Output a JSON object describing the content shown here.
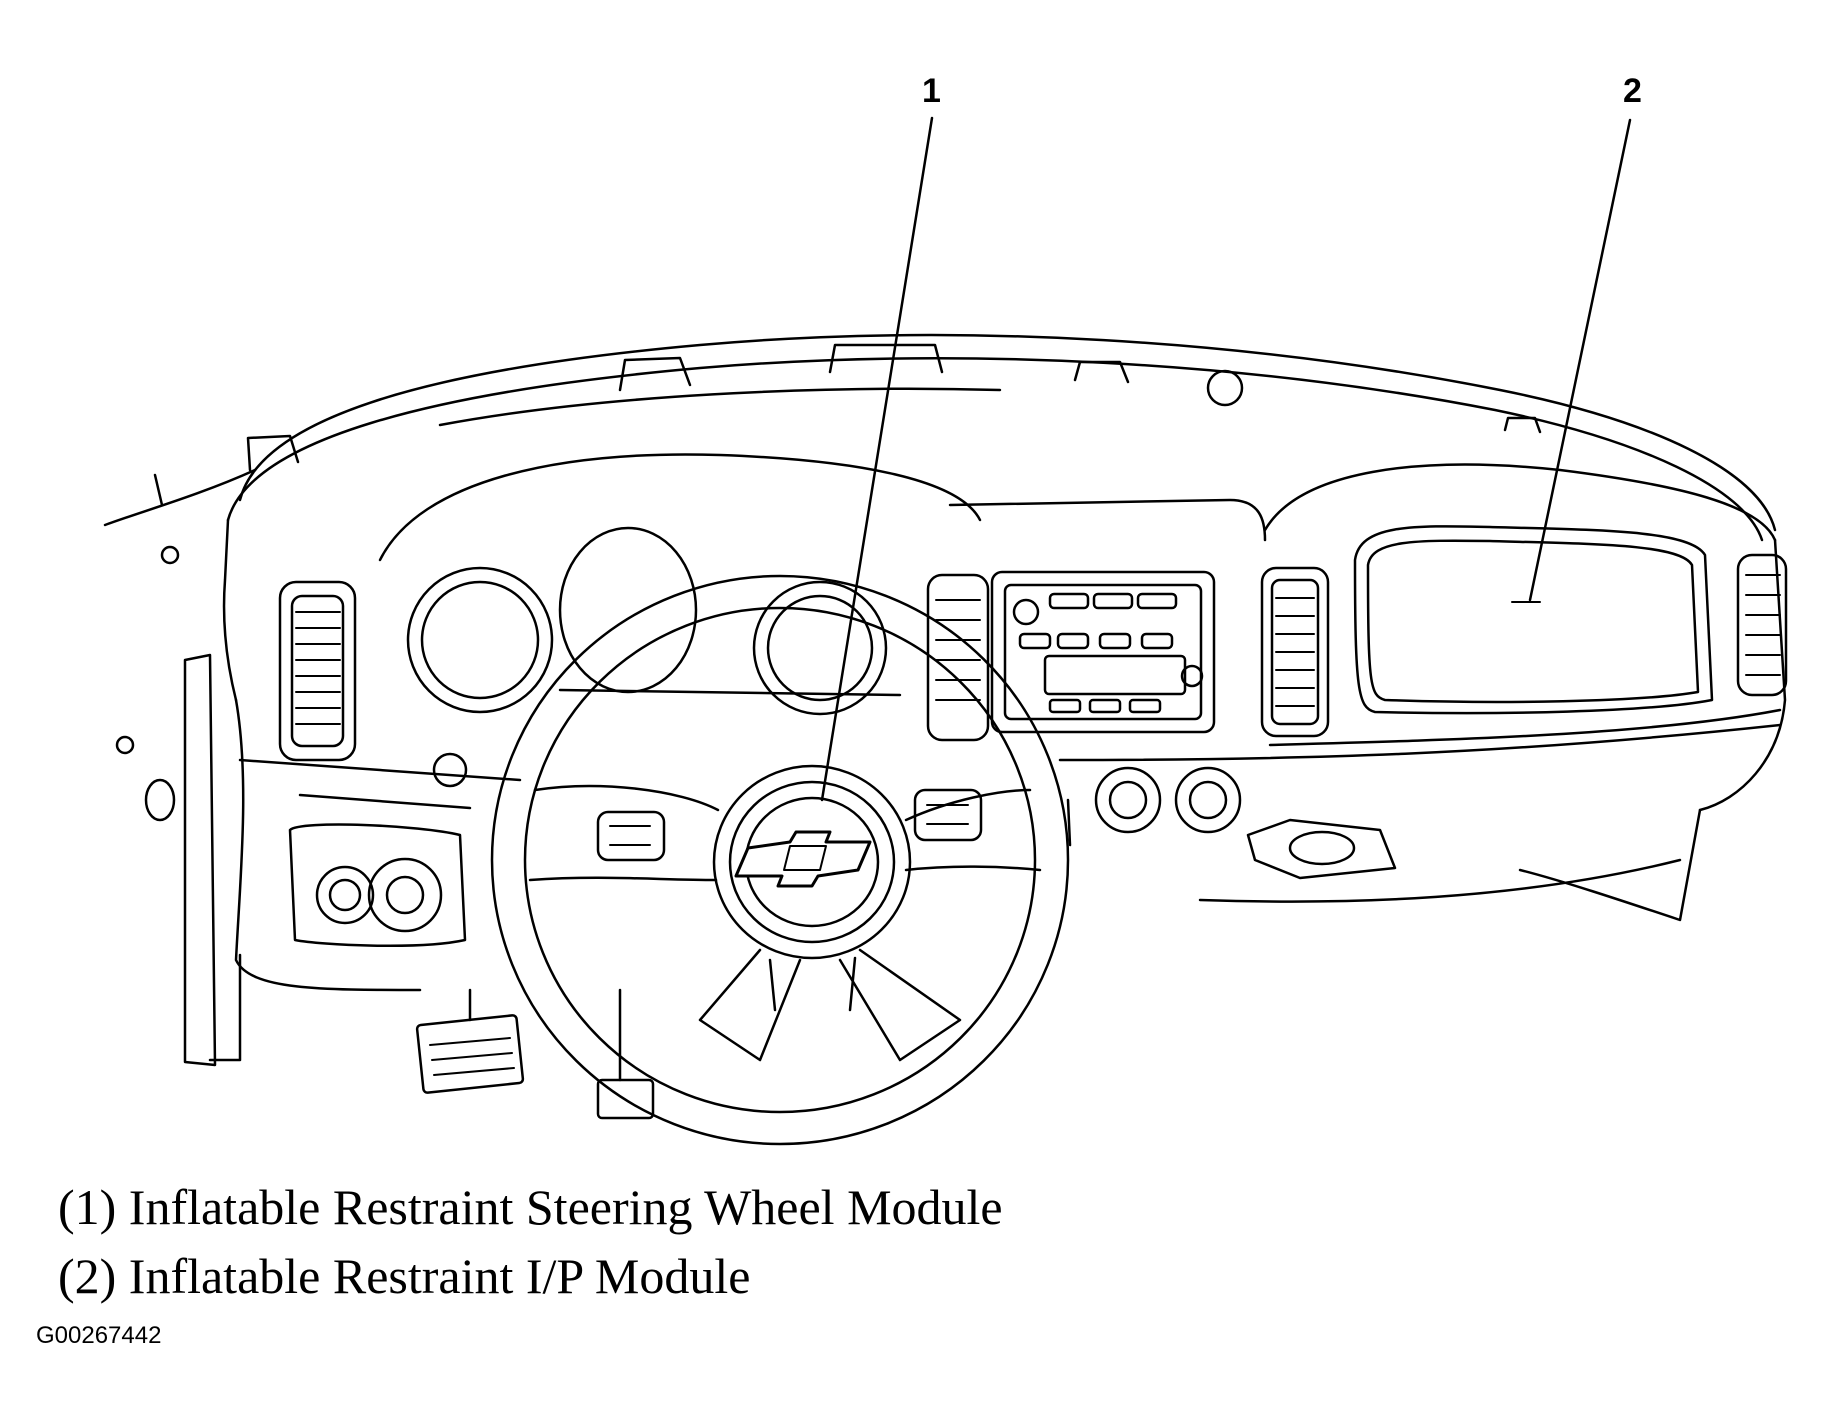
{
  "callouts": [
    {
      "number": "1"
    },
    {
      "number": "2"
    }
  ],
  "legend": [
    {
      "text": "(1) Inflatable Restraint Steering Wheel Module"
    },
    {
      "text": "(2) Inflatable Restraint I/P Module"
    }
  ],
  "figure_id": "G00267442"
}
